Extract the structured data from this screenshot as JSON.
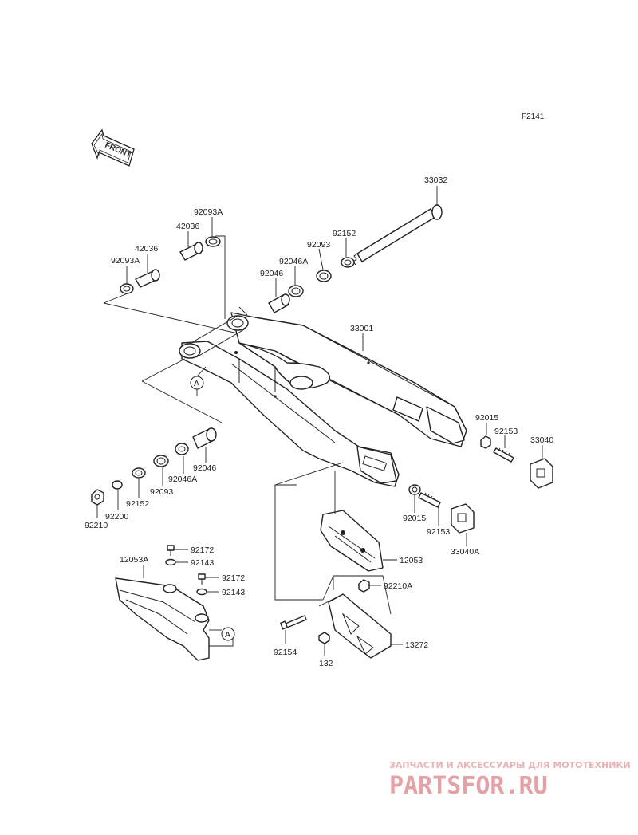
{
  "figure_code": "F2141",
  "front_arrow_label": "FRONT",
  "ref_marker": "A",
  "parts": {
    "p33032": "33032",
    "p92093A_top": "92093A",
    "p42036_top": "42036",
    "p42036_left": "42036",
    "p92093A_left": "92093A",
    "p92152_top": "92152",
    "p92093_top": "92093",
    "p92046A_top": "92046A",
    "p92046_top": "92046",
    "p33001": "33001",
    "p92015_right": "92015",
    "p92153_right": "92153",
    "p33040": "33040",
    "p92046_bottom": "92046",
    "p92046A_bottom": "92046A",
    "p92093_bottom": "92093",
    "p92152_bottom": "92152",
    "p92200": "92200",
    "p92210": "92210",
    "p92015_lower": "92015",
    "p92153_lower": "92153",
    "p33040A": "33040A",
    "p12053": "12053",
    "p12053A": "12053A",
    "p92172_a": "92172",
    "p92143_a": "92143",
    "p92172_b": "92172",
    "p92143_b": "92143",
    "p92210A": "92210A",
    "p13272": "13272",
    "p92154": "92154",
    "p132": "132"
  },
  "watermark": {
    "tagline": "ЗАПЧАСТИ И АКСЕССУАРЫ ДЛЯ МОТОТЕХНИКИ",
    "logo": "PARTSFOR.RU",
    "color": "#e5a2a6"
  }
}
